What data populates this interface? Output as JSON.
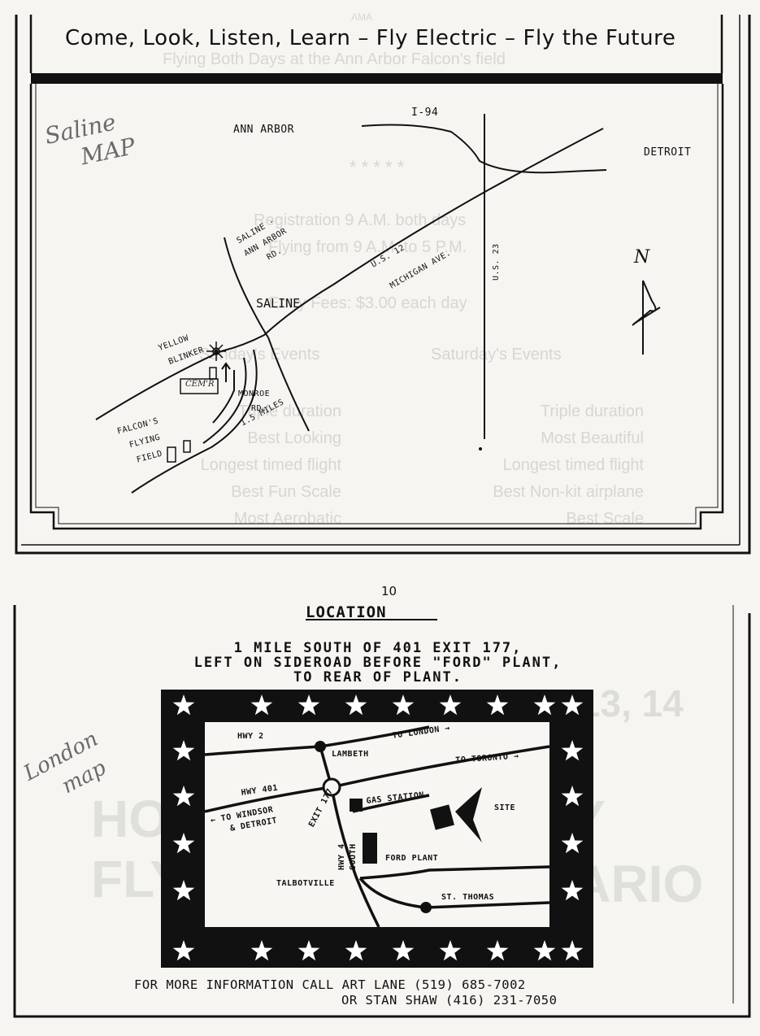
{
  "saline_flyer": {
    "slogan": "Come, Look, Listen, Learn – Fly Electric – Fly the Future",
    "handwritten_label": [
      "Saline",
      "MAP"
    ],
    "map_labels": {
      "ann_arbor": "ANN ARBOR",
      "i94": "I-94",
      "detroit": "DETROIT",
      "saline_ann_arbor_rd": [
        "SALINE -",
        "ANN ARBOR",
        "RD."
      ],
      "us12": "U.S. 12",
      "michigan_ave": "MICHIGAN AVE.",
      "us23": "U.S. 23",
      "saline": "SALINE",
      "yellow_blinker": [
        "YELLOW",
        "BLINKER"
      ],
      "cemetery": "CEM'R",
      "monroe_rd": [
        "MONROE",
        "RD.",
        "1.5 MILES"
      ],
      "falcons_field": [
        "FALCON'S",
        "FLYING",
        "FIELD"
      ],
      "north": "N"
    },
    "ghost_text": {
      "ama": "AMA",
      "flying_days": "Flying Both Days at the Ann Arbor Falcon's field",
      "stars": "* * * * *",
      "registration": "Registration 9 A.M. both days",
      "flying_hours": "Flying from 9 A.M. to 5 P.M.",
      "entry_fees": "Entry Fees: $3.00 each day",
      "saturday_events": "Saturday's Events",
      "sunday_events": "Sunday's Events",
      "saturday_list": [
        "Triple duration",
        "Most Beautiful",
        "Longest timed flight",
        "Best Non-kit airplane",
        "Best Scale"
      ],
      "sunday_list": [
        "Triple duration",
        "Best Looking",
        "Longest timed flight",
        "Best Fun Scale",
        "Most Aerobatic"
      ]
    }
  },
  "page_number": "10",
  "london_flyer": {
    "heading": "LOCATION",
    "directions": [
      "1 MILE SOUTH OF 401 EXIT 177,",
      "LEFT ON SIDEROAD BEFORE \"FORD\" PLANT,",
      "TO REAR OF PLANT."
    ],
    "handwritten_label": [
      "London",
      "map"
    ],
    "map_labels": {
      "hwy2": "HWY 2",
      "lambeth": "LAMBETH",
      "to_london": "TO LONDON →",
      "to_toronto": "TO TORONTO →",
      "hwy401": "HWY 401",
      "to_windsor": [
        "← TO WINDSOR",
        "& DETROIT"
      ],
      "exit177": "EXIT 177",
      "gas_station": "GAS STATION",
      "site": "SITE",
      "hwy4_south": [
        "HWY 4",
        "SOUTH"
      ],
      "ford_plant": "FORD PLANT",
      "talbotville": "TALBOTVILLE",
      "st_thomas": "ST. THOMAS"
    },
    "ghost_text": {
      "date": "SEPT 13, 14 1986",
      "host": "HOST: FOREST CITY FLYERS",
      "city": "LONDON, ONTARIO"
    },
    "contact": [
      "FOR MORE INFORMATION CALL ART LANE (519) 685-7002",
      "OR STAN SHAW (416) 231-7050"
    ]
  },
  "colors": {
    "ink": "#111111",
    "paper": "#f6f5f1",
    "pencil": "#6a6a6a",
    "bleed": "#d6d6d2"
  }
}
